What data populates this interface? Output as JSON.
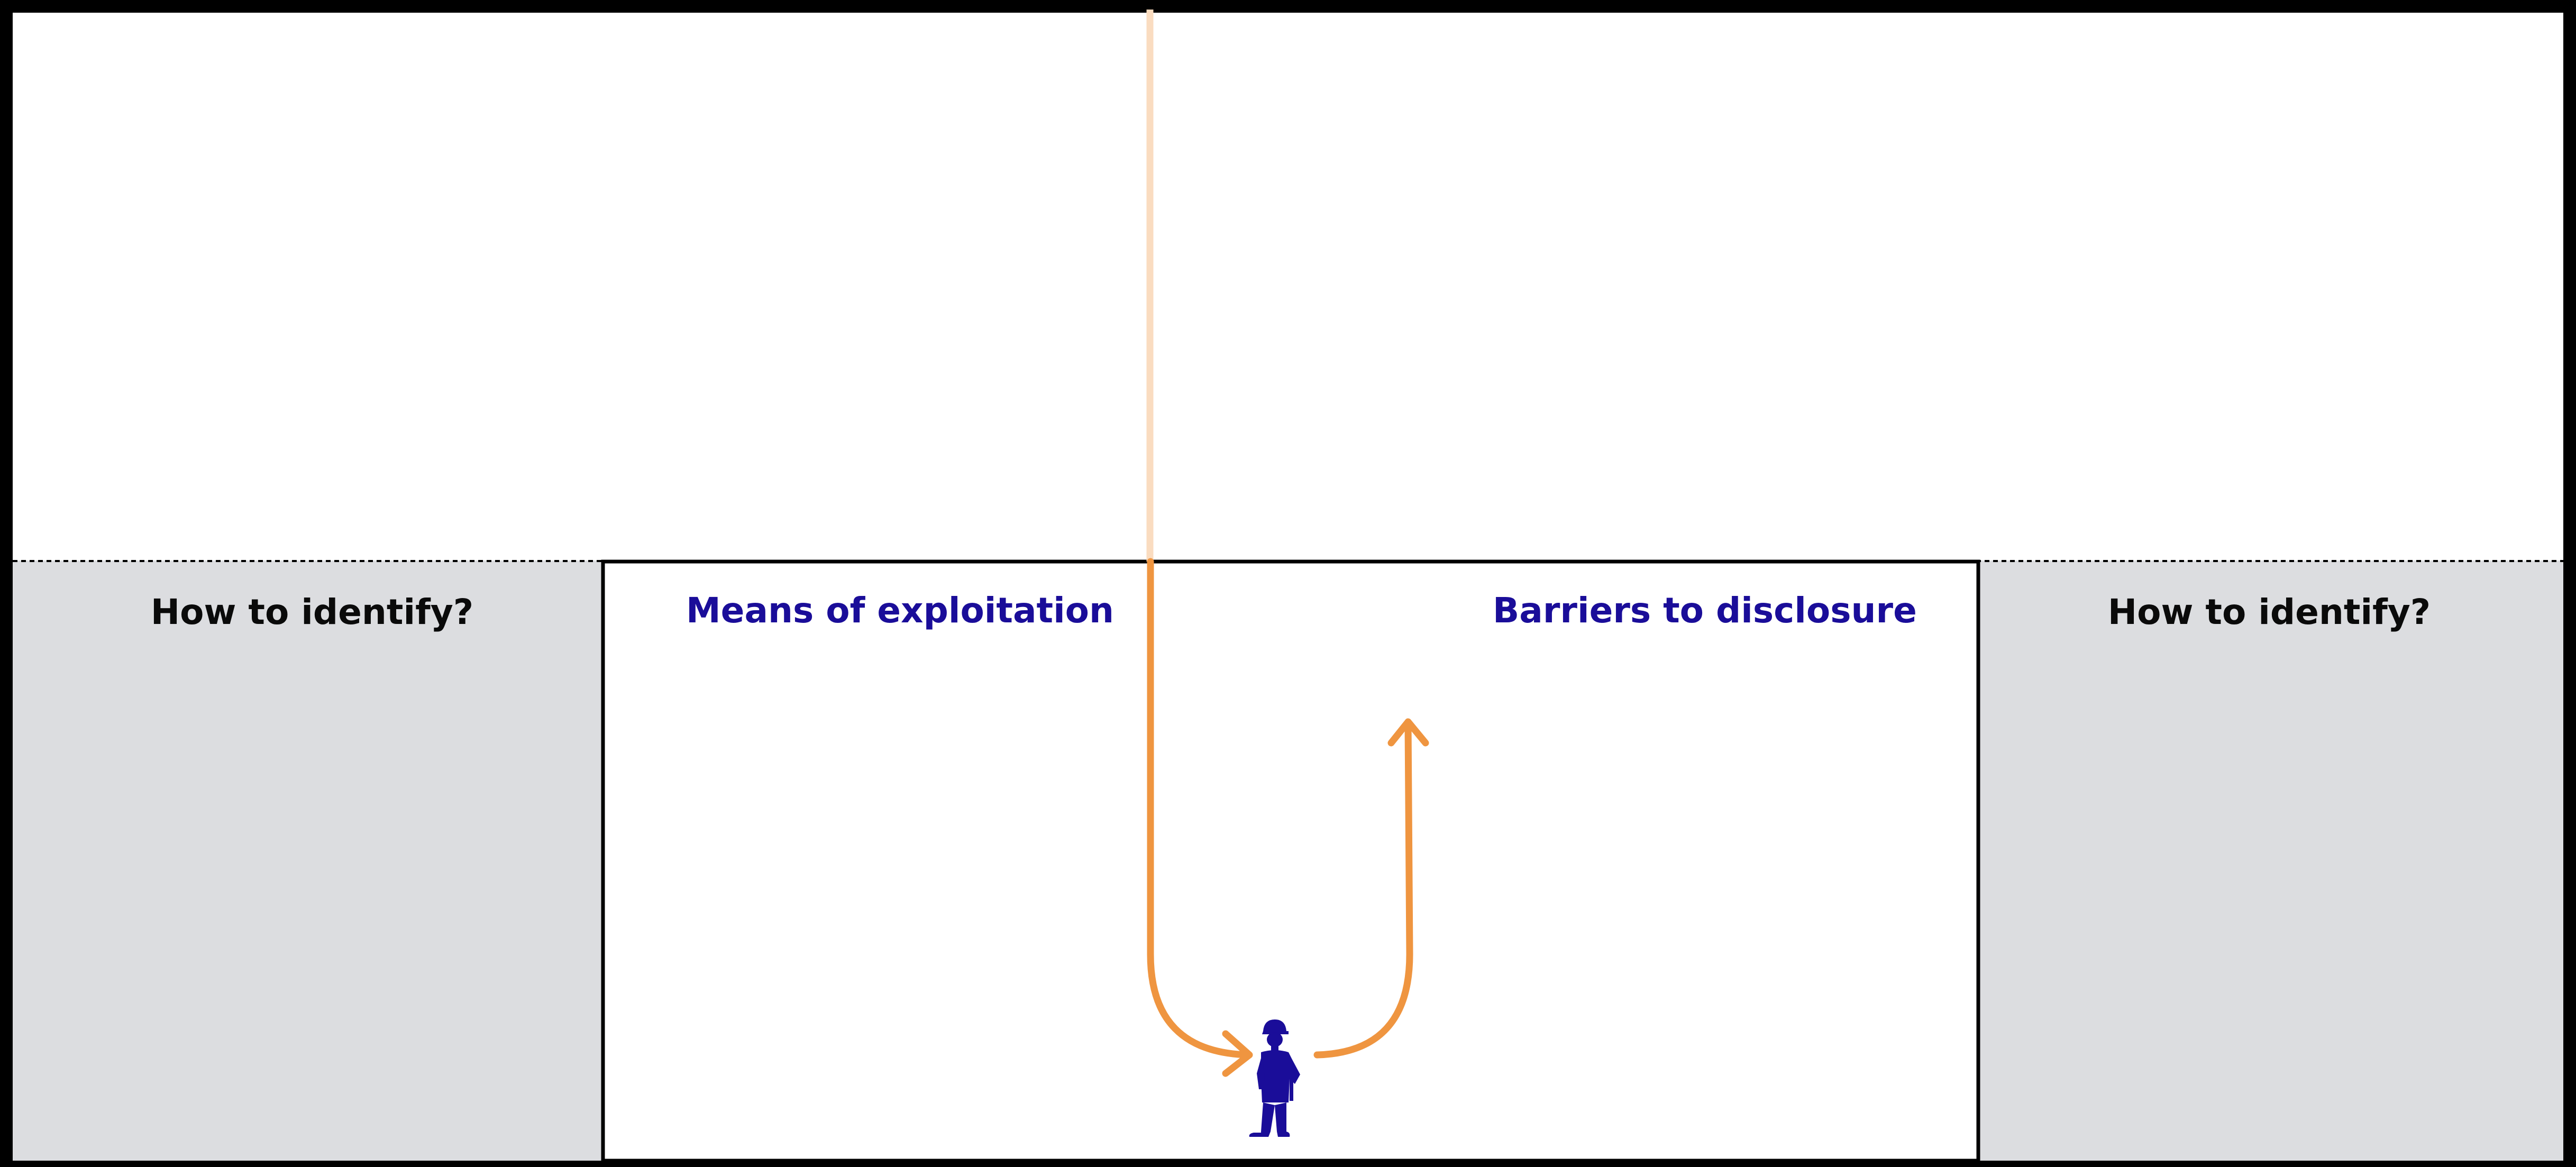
{
  "labels": {
    "left_how_to_identify": "How to identify?",
    "means_of_exploitation": "Means of exploitation",
    "barriers_to_disclosure": "Barriers to disclosure",
    "right_how_to_identify": "How to identify?"
  },
  "colors": {
    "frame": "#000000",
    "side_panel_fill": "#dcdde0",
    "heading_blue": "#1a0d99",
    "heading_black": "#0a0a0a",
    "arrow_orange": "#ef9540",
    "faded_line": "#fadcc0",
    "figure_blue": "#1a0d99"
  },
  "icons": {
    "person": "worker-silhouette-icon"
  }
}
